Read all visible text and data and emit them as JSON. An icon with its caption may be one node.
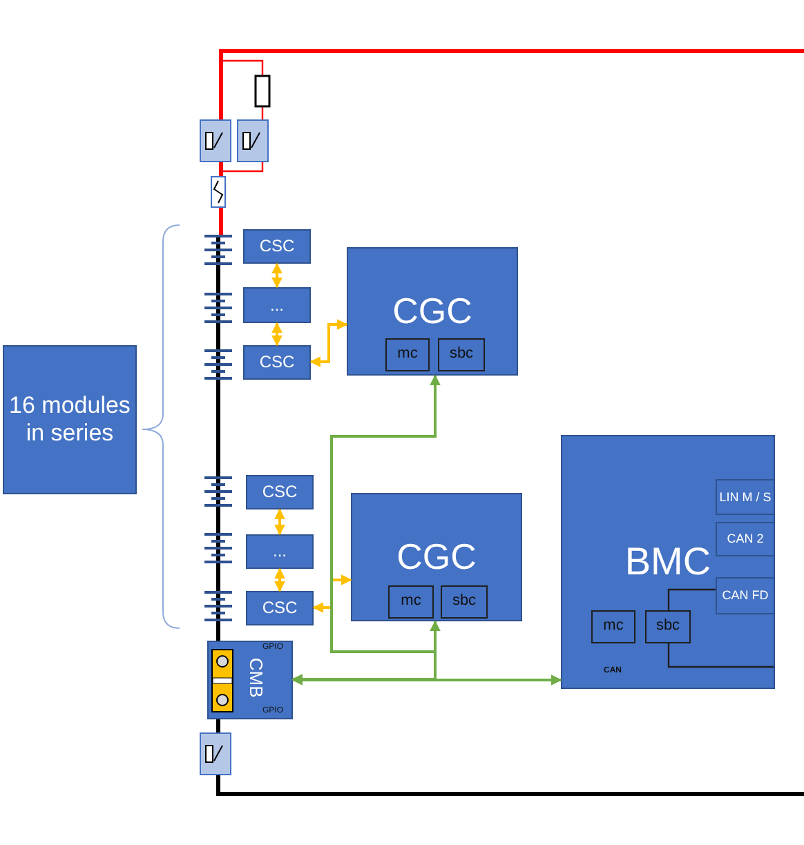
{
  "diagram": {
    "nodes": [
      {
        "text": [
          "16 modules in series"
        ]
      },
      {
        "text": [
          "CSC"
        ]
      },
      {
        "text": [
          "..."
        ]
      },
      {
        "text": [
          "CSC"
        ]
      },
      {
        "text": [
          "CGC"
        ]
      },
      {
        "text": [
          "mc"
        ],
        "in": 4
      },
      {
        "text": [
          "sbc"
        ],
        "in": 4
      },
      {
        "text": [
          "CSC"
        ]
      },
      {
        "text": [
          "..."
        ]
      },
      {
        "text": [
          "CSC"
        ]
      },
      {
        "text": [
          "CGC"
        ]
      },
      {
        "text": [
          "mc"
        ],
        "in": 10
      },
      {
        "text": [
          "sbc"
        ],
        "in": 10
      },
      {
        "text": [
          "BMC",
          "CAN"
        ]
      },
      {
        "text": [
          "LIN M / S"
        ],
        "in": 13
      },
      {
        "text": [
          "CAN 2"
        ],
        "in": 13
      },
      {
        "text": [
          "CAN FD"
        ],
        "in": 13
      },
      {
        "text": [
          "mc"
        ],
        "in": 13
      },
      {
        "text": [
          "sbc"
        ],
        "in": 13
      },
      {
        "text": [
          "GPIO",
          "CMB",
          "GPIO"
        ]
      }
    ],
    "edges": [
      {
        "from": 1,
        "to": 2,
        "arrow": "both"
      },
      {
        "from": 2,
        "to": 3,
        "arrow": "both"
      },
      {
        "from": 3,
        "to": 4,
        "arrow": "both"
      },
      {
        "from": 7,
        "to": 8,
        "arrow": "both"
      },
      {
        "from": 8,
        "to": 9,
        "arrow": "both"
      },
      {
        "from": 9,
        "to": 10,
        "arrow": "both"
      },
      {
        "from": 19,
        "to": 4,
        "arrow": "both",
        "color": "#70ad47"
      },
      {
        "from": 19,
        "to": 10,
        "arrow": "both",
        "color": "#70ad47"
      },
      {
        "from": 19,
        "to": 13,
        "arrow": "both",
        "color": "#70ad47"
      },
      {
        "from": 18,
        "to": 16,
        "arrow": "none",
        "color": "#1f1f1f"
      },
      {
        "from": 18,
        "to": null,
        "arrow": "none",
        "color": "#1f1f1f"
      }
    ]
  }
}
